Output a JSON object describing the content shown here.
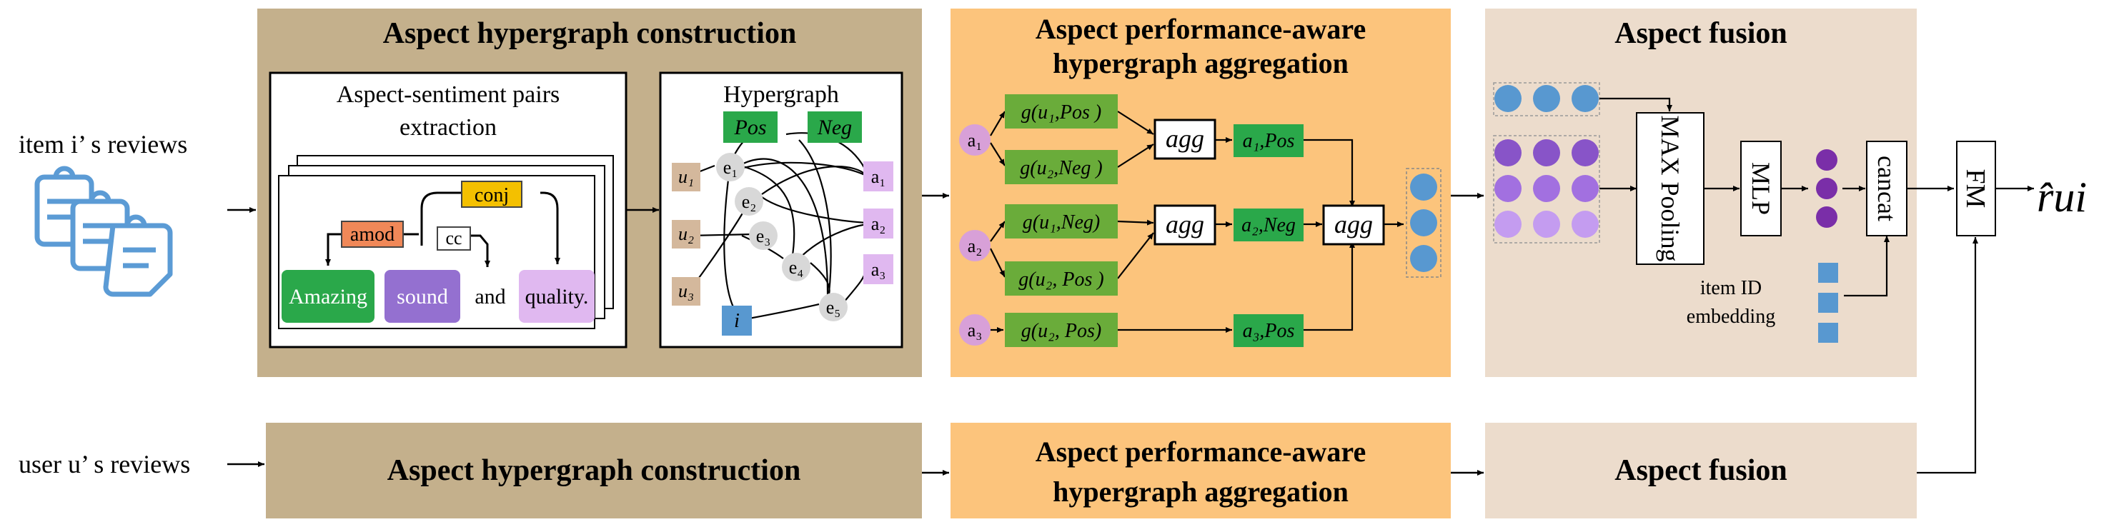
{
  "colors": {
    "construction_panel": "#c4b08c",
    "aggregation_panel": "#fcc47c",
    "fusion_panel": "#ecdccc",
    "green": "#2aa84a",
    "olive_green": "#6aac3a",
    "purple_node": "#d8a0d8",
    "light_purple": "#e0b8f0",
    "tan_node": "#d4b89c",
    "blue": "#5898d0",
    "dark_purple": "#8840b0",
    "amod": "#f08858",
    "conj": "#f4c000",
    "sound": "#9470d0"
  },
  "inputs": {
    "item_reviews": "item i’ s reviews",
    "user_reviews": "user u’ s reviews"
  },
  "top": {
    "construction_title": "Aspect hypergraph construction",
    "aggregation_title_1": "Aspect performance-aware",
    "aggregation_title_2": "hypergraph aggregation",
    "fusion_title": "Aspect fusion"
  },
  "extraction": {
    "title_1": "Aspect-sentiment pairs",
    "title_2": "extraction",
    "amod": "amod",
    "conj": "conj",
    "cc": "cc",
    "word_1": "Amazing",
    "word_2": "sound",
    "word_3": "and",
    "word_4": "quality."
  },
  "hypergraph": {
    "title": "Hypergraph",
    "pos": "Pos",
    "neg": "Neg",
    "users": [
      "u₁",
      "u₂",
      "u₃"
    ],
    "edges": [
      "e₁",
      "e₂",
      "e₃",
      "e₄",
      "e₅"
    ],
    "aspects": [
      "a₁",
      "a₂",
      "a₃"
    ],
    "item": "i"
  },
  "aggregation": {
    "aspect_nodes": [
      "a₁",
      "a₂",
      "a₃"
    ],
    "g_boxes": [
      "g(u₁,Pos )",
      "g(u₂,Neg )",
      "g(u₁,Neg)",
      "g(u₂, Pos )",
      "g(u₂, Pos)"
    ],
    "agg": "agg",
    "pair_boxes": [
      "a₁,Pos",
      "a₂,Neg",
      "a₃,Pos"
    ]
  },
  "fusion": {
    "max_pooling": "MAX Pooling",
    "mlp": "MLP",
    "concat": "cancat",
    "item_id_1": "item ID",
    "item_id_2": "embedding",
    "fm": "FM",
    "output": "r̂ui"
  },
  "bottom": {
    "construction_title": "Aspect hypergraph construction",
    "aggregation_title_1": "Aspect performance-aware",
    "aggregation_title_2": "hypergraph aggregation",
    "fusion_title": "Aspect fusion"
  }
}
